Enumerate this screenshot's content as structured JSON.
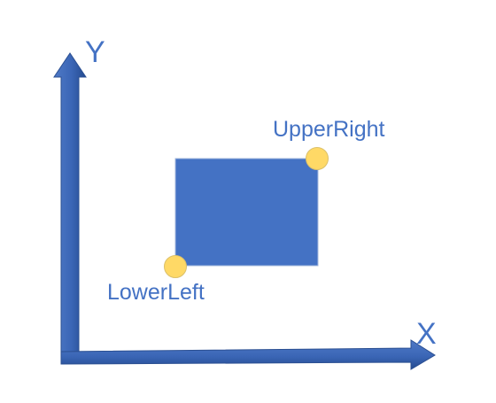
{
  "axes": {
    "x_label": "X",
    "y_label": "Y"
  },
  "points": {
    "upper_right_label": "UpperRight",
    "lower_left_label": "LowerLeft"
  },
  "colors": {
    "axis": "#2f5597",
    "rectangle_fill": "#4472c4",
    "rectangle_stroke": "#a6b9de",
    "point_fill": "#ffd966",
    "point_stroke": "#dbc06a",
    "text": "#4472c4"
  }
}
